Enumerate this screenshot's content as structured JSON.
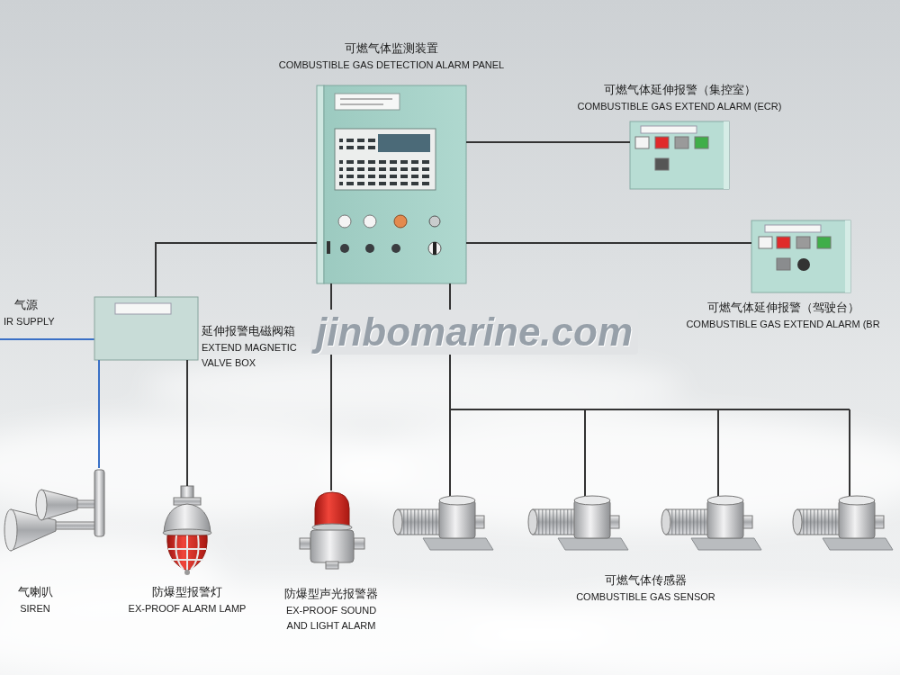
{
  "diagram": {
    "nodes": [
      {
        "text": [
          "可燃气体监测装置",
          "COMBUSTIBLE GAS DETECTION ALARM PANEL"
        ]
      },
      {
        "text": [
          "可燃气体延伸报警（集控室）",
          "COMBUSTIBLE GAS EXTEND ALARM (ECR)"
        ]
      },
      {
        "text": [
          "可燃气体延伸报警（驾驶台）",
          "COMBUSTIBLE GAS EXTEND ALARM (BR"
        ]
      },
      {
        "text": [
          "延伸报警电磁阀箱",
          "EXTEND MAGNETIC VALVE BOX"
        ]
      },
      {
        "text": [
          "气喇叭",
          "SIREN"
        ]
      },
      {
        "text": [
          "防爆型报警灯",
          "EX-PROOF ALARM LAMP"
        ]
      },
      {
        "text": [
          "防爆型声光报警器",
          "EX-PROOF SOUND AND LIGHT ALARM"
        ]
      },
      {
        "text": [
          "可燃气体传感器",
          "COMBUSTIBLE GAS SENSOR"
        ]
      }
    ],
    "edges": [
      {
        "from": 0,
        "to": 1,
        "arrow": "none"
      },
      {
        "from": 0,
        "to": 2,
        "arrow": "none"
      },
      {
        "from": 0,
        "to": 3,
        "arrow": "none"
      },
      {
        "from": 0,
        "to": 6,
        "arrow": "none"
      },
      {
        "from": 0,
        "to": 7,
        "arrow": "none"
      },
      {
        "from": 3,
        "to": 4,
        "arrow": "none"
      },
      {
        "from": 3,
        "to": 5,
        "arrow": "none"
      }
    ],
    "labels": [
      "气源",
      "IR SUPPLY",
      "jinbomarine.com"
    ]
  }
}
